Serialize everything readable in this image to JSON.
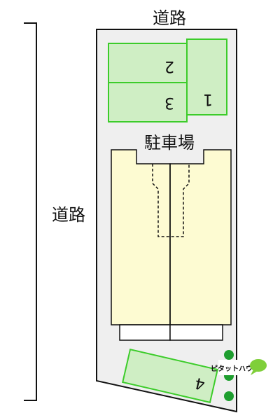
{
  "roads": {
    "top_label": "道路",
    "left_label": "道路"
  },
  "parking": {
    "label": "駐車場",
    "spaces": [
      "2",
      "3",
      "1",
      "4"
    ]
  },
  "logo": {
    "text": "ピタットハウス"
  },
  "colors": {
    "lot_fill": "#efefef",
    "space_fill": "#cfeec4",
    "space_stroke": "#3ccc2a",
    "building_fill": "#fdfbd2",
    "dot_green": "#1e9e2f",
    "logo_bubble": "#7fcf3a"
  }
}
